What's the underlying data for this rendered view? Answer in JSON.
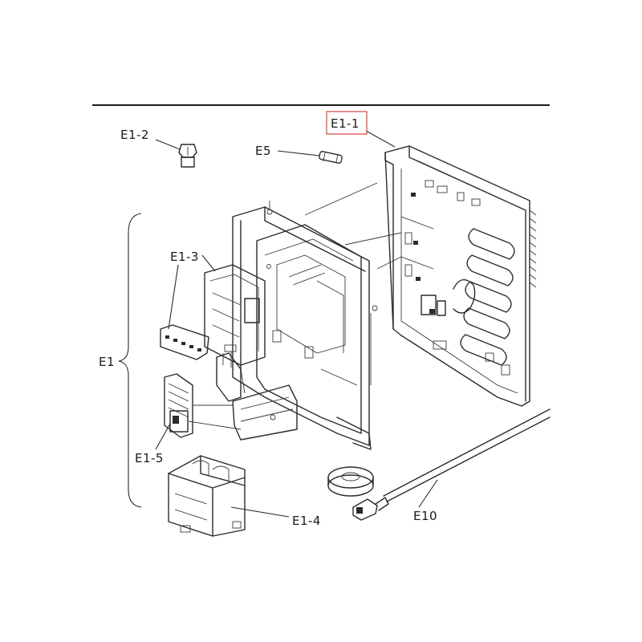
{
  "labels": {
    "e1_1": "E1-1",
    "e1_2": "E1-2",
    "e5": "E5",
    "e1_3": "E1-3",
    "e1": "E1",
    "e1_5": "E1-5",
    "e1_4": "E1-4",
    "e10": "E10"
  },
  "highlighted_label": "E1-1",
  "colors": {
    "line": "#2b2b2b",
    "highlight": "#d9534f",
    "background": "#ffffff"
  }
}
